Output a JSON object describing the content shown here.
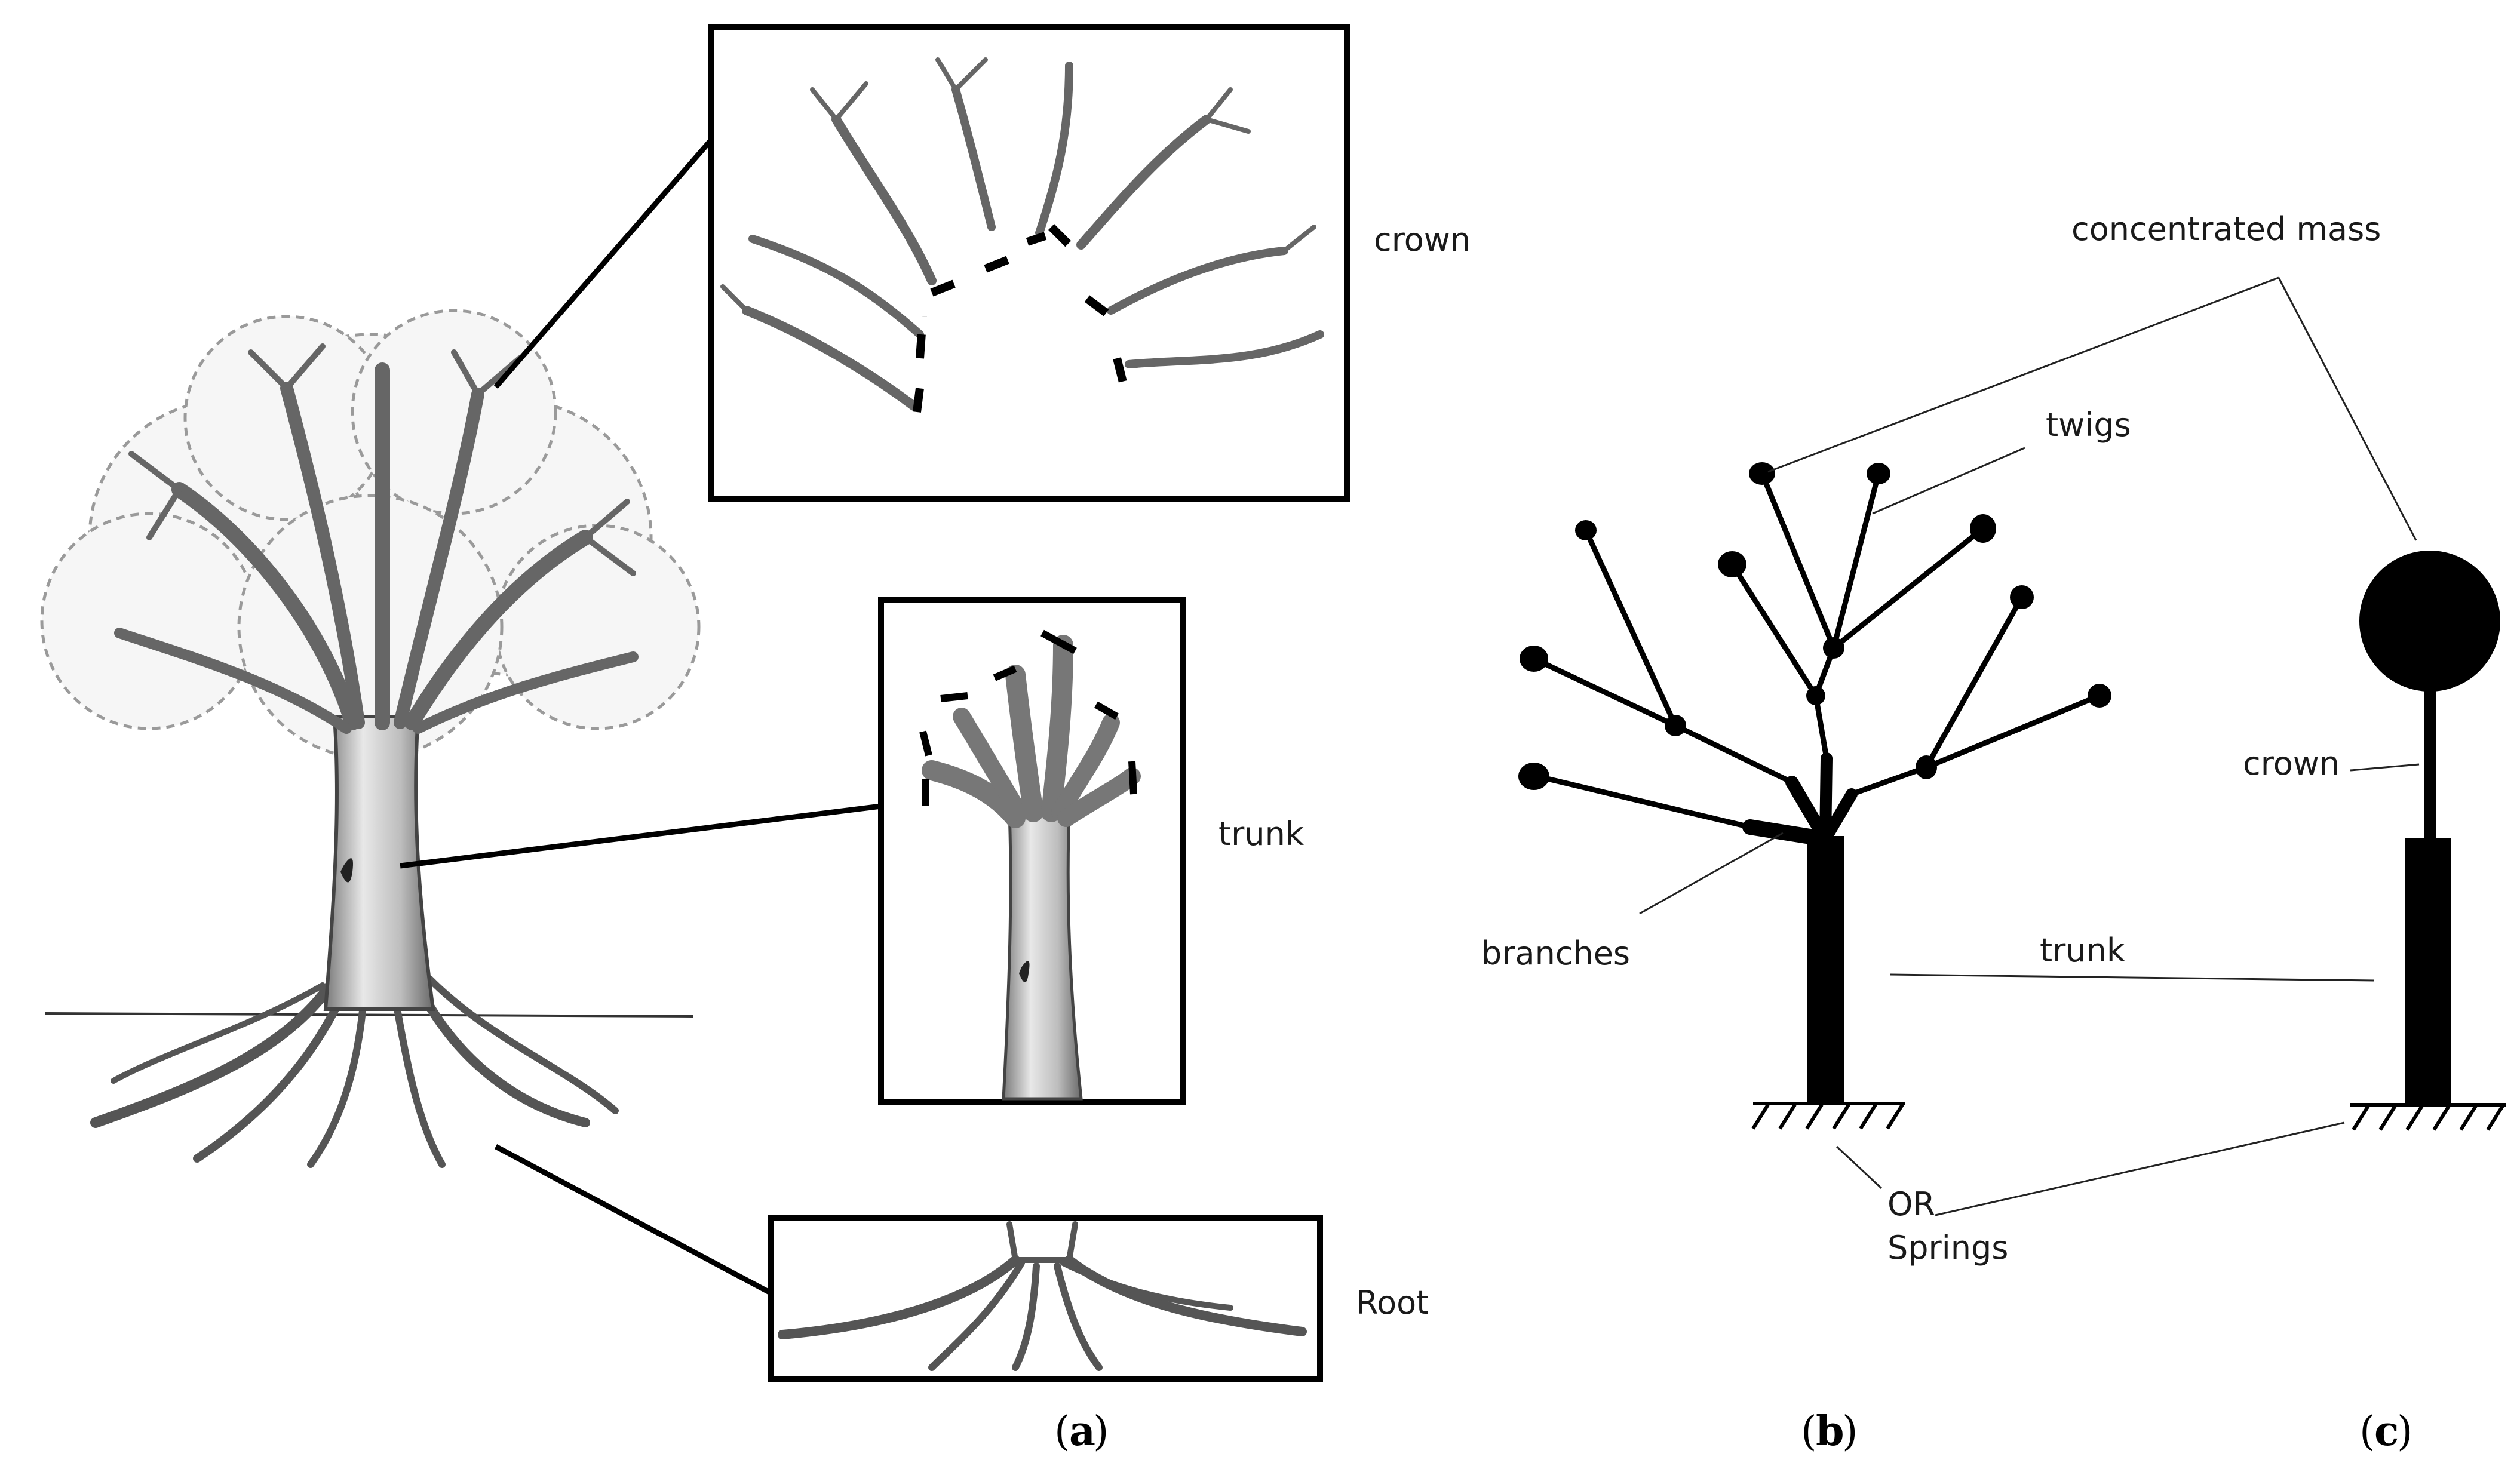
{
  "labels": {
    "crown_a": "crown",
    "trunk_a": "trunk",
    "root_a": "Root",
    "concentrated_mass": "concentrated mass",
    "twigs": "twigs",
    "branches": "branches",
    "trunk_bc": "trunk",
    "crown_c": "crown",
    "or": "OR",
    "springs": "Springs"
  },
  "captions": {
    "a": "a",
    "b": "b",
    "c": "c"
  },
  "colors": {
    "ink": "#000000",
    "sketch": "#555555",
    "foliage": "#9a9a9a"
  }
}
